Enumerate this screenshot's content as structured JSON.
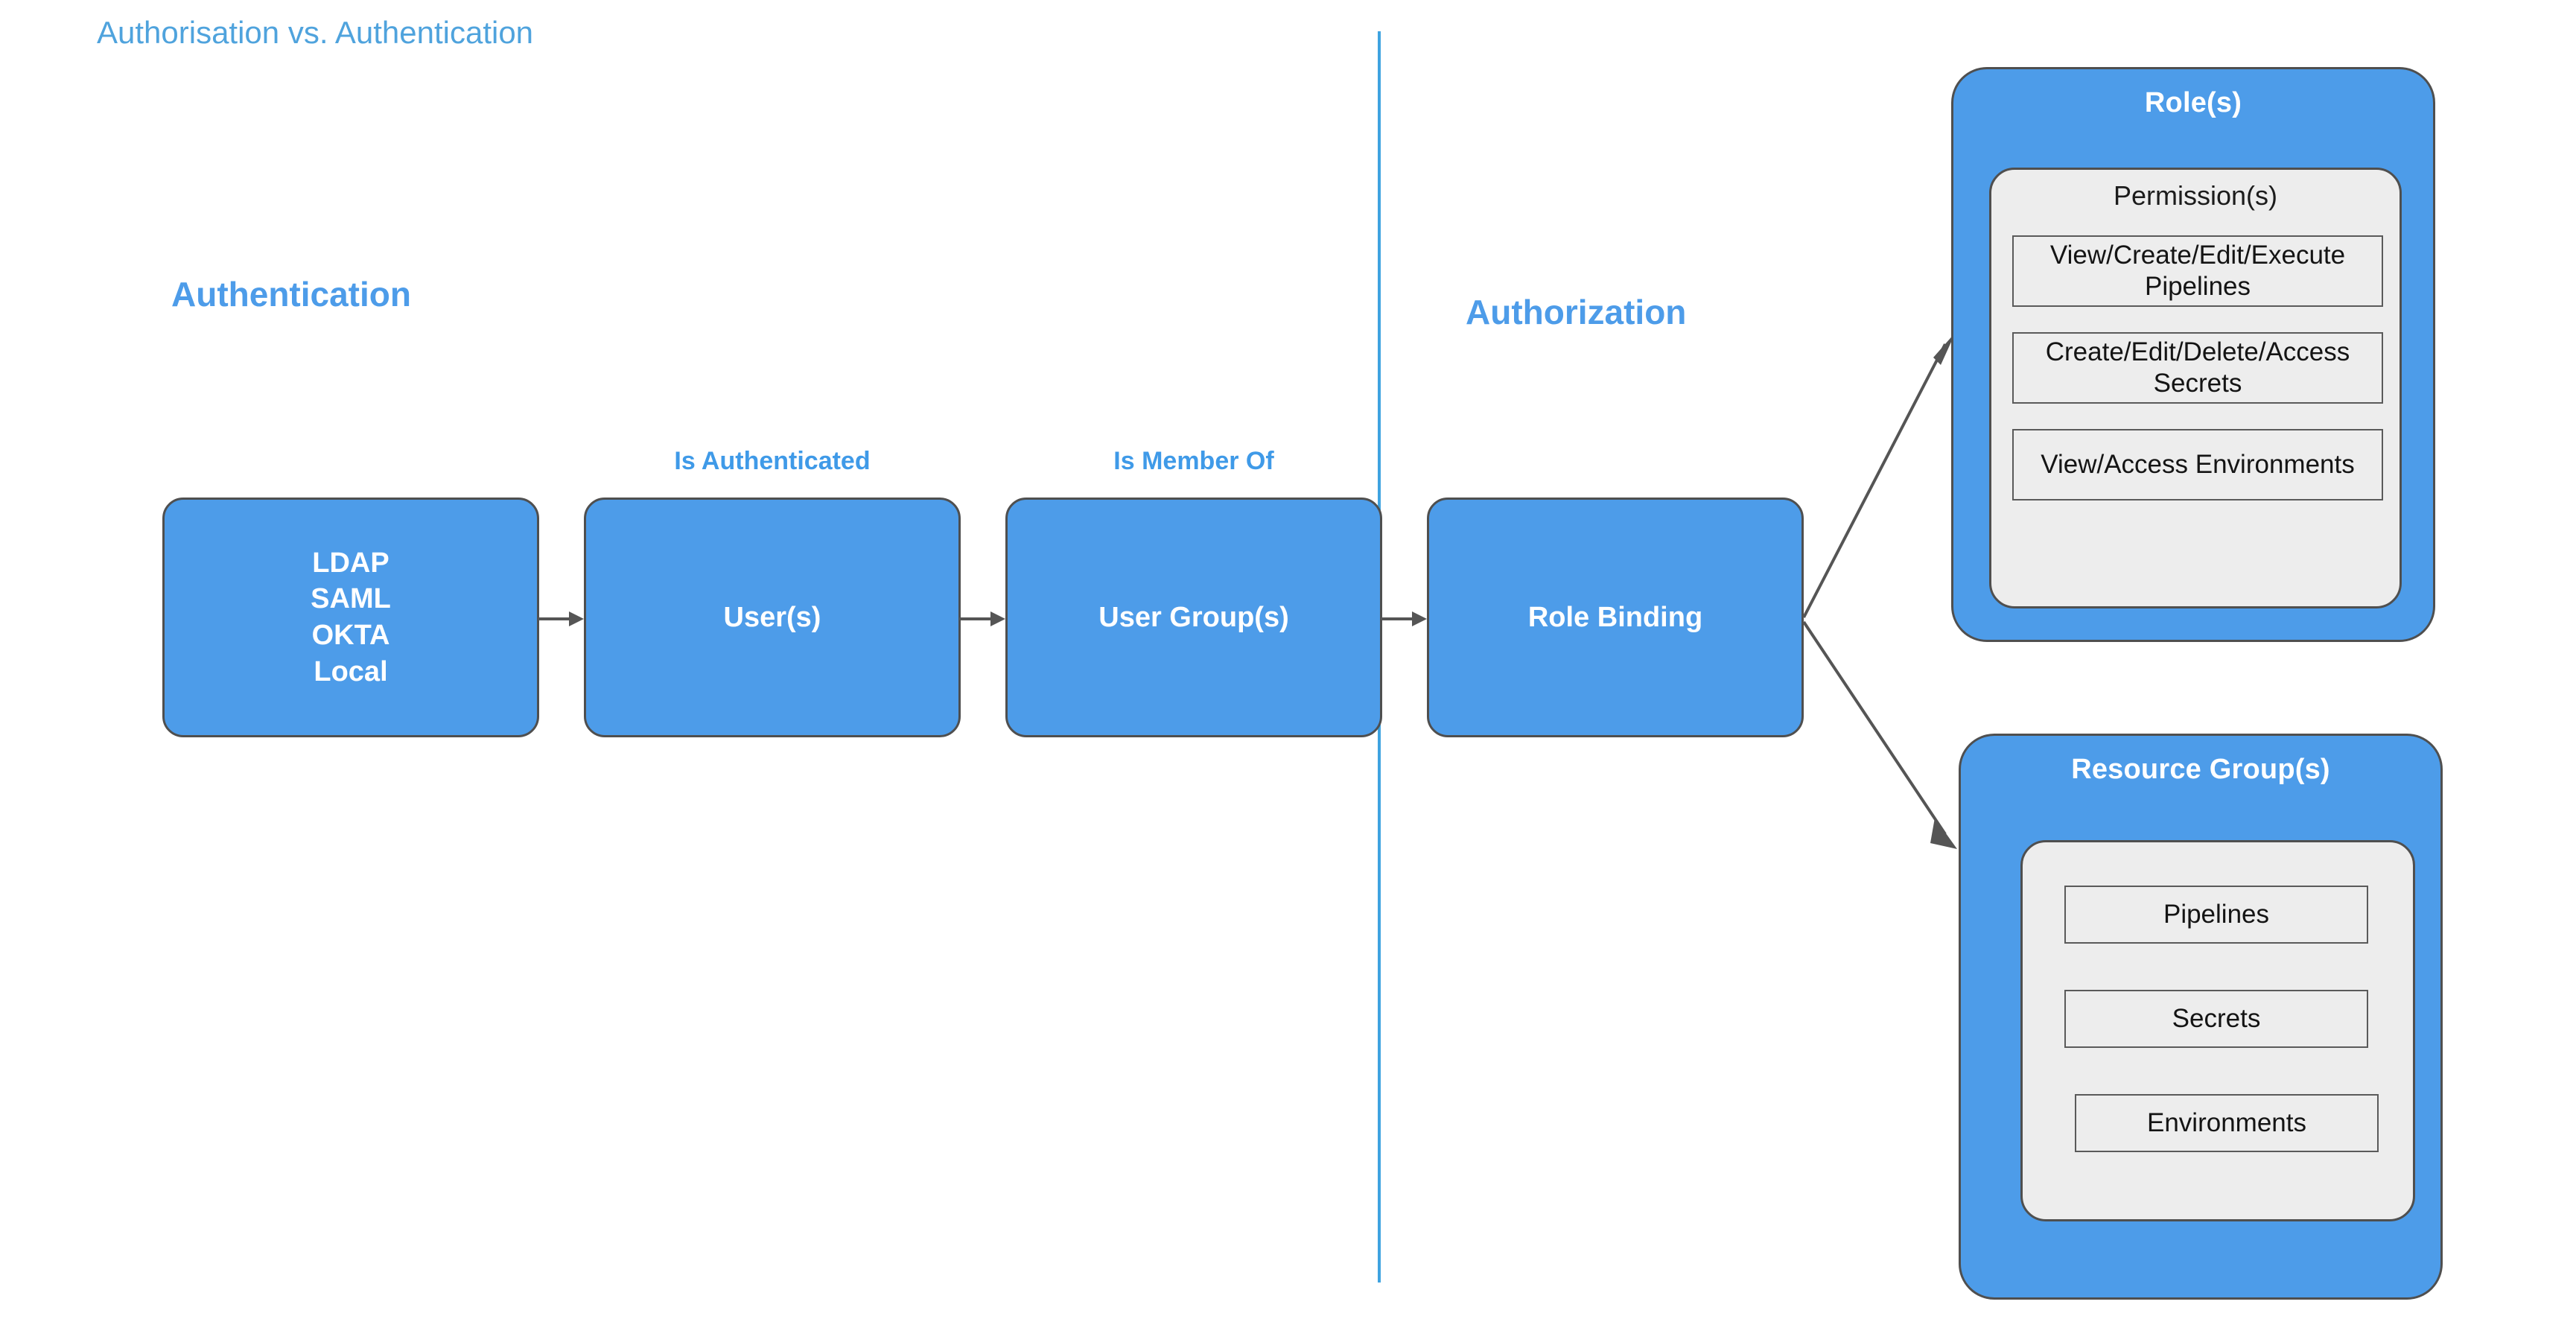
{
  "page": {
    "title": "Authorisation vs. Authentication",
    "title_color": "#4fa3dd",
    "background": "#ffffff"
  },
  "colors": {
    "box_blue": "#4d9ce9",
    "heading_blue": "#4d9ce9",
    "caption_blue": "#3f9ae8",
    "panel_gray": "#ededed",
    "stroke_dark": "#4f4f4f",
    "divider_blue": "#3fa3e0",
    "arrow_gray": "#555555"
  },
  "sections": {
    "authentication_heading": "Authentication",
    "authorization_heading": "Authorization"
  },
  "flow": {
    "boxes": [
      {
        "name": "identity-providers",
        "caption": "",
        "lines": [
          "LDAP",
          "SAML",
          "OKTA",
          "Local"
        ]
      },
      {
        "name": "users",
        "caption": "Is Authenticated",
        "lines": [
          "User(s)"
        ]
      },
      {
        "name": "user-groups",
        "caption": "Is Member Of",
        "lines": [
          "User Group(s)"
        ]
      },
      {
        "name": "role-binding",
        "caption": "",
        "lines": [
          "Role Binding"
        ]
      }
    ]
  },
  "roles_panel": {
    "title": "Role(s)",
    "inner_label": "Permission(s)",
    "items": [
      "View/Create/Edit/Execute Pipelines",
      "Create/Edit/Delete/Access Secrets",
      "View/Access Environments"
    ]
  },
  "resource_groups_panel": {
    "title": "Resource Group(s)",
    "inner_label": "",
    "items": [
      "Pipelines",
      "Secrets",
      "Environments"
    ]
  }
}
